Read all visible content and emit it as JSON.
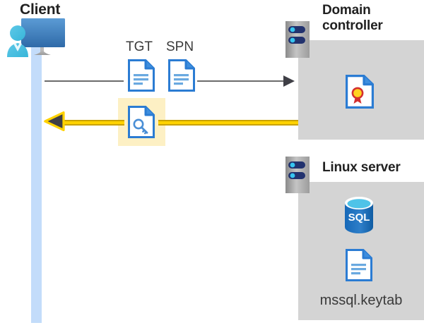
{
  "diagram": {
    "type": "kerberos-authentication-flow",
    "background_color": "#ffffff",
    "panel_color": "#d4d4d4",
    "accent_yellow": "#ffd200",
    "highlight_color": "#fdf0c4",
    "lifeline_color": "#c3dcfa",
    "arrow_gray": "#6b6b6b"
  },
  "client": {
    "title": "Client",
    "icon": "workstation-user-icon"
  },
  "domain_controller": {
    "title": "Domain controller",
    "title_line_1": "Domain",
    "title_line_2": "controller",
    "rack_icon": "server-rack-icon",
    "contents": [
      {
        "icon": "certificate-document-icon",
        "label": ""
      }
    ]
  },
  "linux_server": {
    "title": "Linux server",
    "rack_icon": "server-rack-icon",
    "contents": [
      {
        "icon": "sql-database-icon",
        "label": "SQL"
      },
      {
        "icon": "document-icon",
        "label": "mssql.keytab"
      }
    ],
    "sql_label": "SQL",
    "keytab_label": "mssql.keytab"
  },
  "flows": [
    {
      "id": "request",
      "direction": "client-to-domain-controller",
      "color": "#6b6b6b",
      "style": "solid-thin",
      "artifacts": [
        {
          "label": "TGT",
          "icon": "document-icon"
        },
        {
          "label": "SPN",
          "icon": "document-icon"
        }
      ]
    },
    {
      "id": "response",
      "direction": "domain-controller-to-client",
      "color": "#ffd200",
      "style": "thick-highlight",
      "highlighted": true,
      "artifacts": [
        {
          "label": "",
          "icon": "key-document-icon"
        }
      ]
    }
  ],
  "labels": {
    "tgt": "TGT",
    "spn": "SPN",
    "keytab": "mssql.keytab",
    "sql": "SQL"
  }
}
